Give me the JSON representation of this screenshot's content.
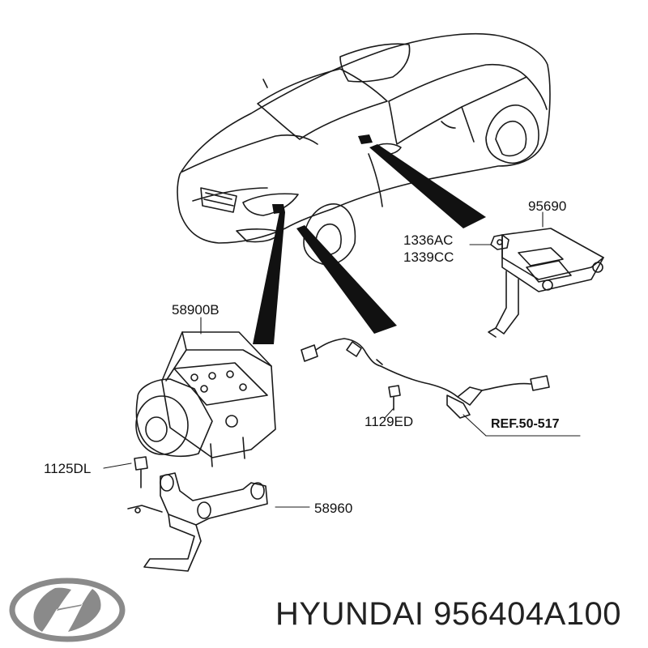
{
  "part_labels": {
    "p95690": "95690",
    "p1336AC": "1336AC",
    "p1339CC": "1339CC",
    "p58900B": "58900B",
    "p1129ED": "1129ED",
    "ref": "REF.50-517",
    "p1125DL": "1125DL",
    "p58960": "58960"
  },
  "footer": {
    "brand": "HYUNDAI",
    "part_number": "956404A100"
  },
  "colors": {
    "line": "#1a1a1a",
    "logo": "#8a8a8a",
    "text": "#222222"
  }
}
